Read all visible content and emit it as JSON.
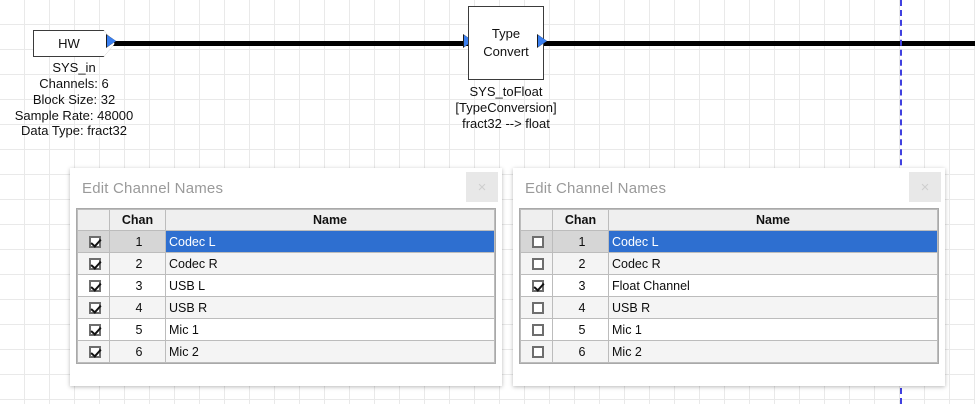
{
  "diagram": {
    "hw_block": {
      "label": "HW",
      "caption": "SYS_in\nChannels: 6\nBlock Size: 32\nSample Rate: 48000\nData Type: fract32"
    },
    "type_convert_block": {
      "line1": "Type",
      "line2": "Convert",
      "caption": "SYS_toFloat\n[TypeConversion]\nfract32 --> float"
    },
    "accent_color": "#3a7ff0",
    "wire_color": "#000000",
    "cursor_line_color": "#4040e0"
  },
  "dialogs": [
    {
      "id": "left",
      "title": "Edit Channel Names",
      "close_label": "×",
      "columns": [
        "",
        "Chan",
        "Name"
      ],
      "rows": [
        {
          "checked": true,
          "chan": "1",
          "name": "Codec L",
          "selected": true
        },
        {
          "checked": true,
          "chan": "2",
          "name": "Codec R",
          "selected": false
        },
        {
          "checked": true,
          "chan": "3",
          "name": "USB L",
          "selected": false
        },
        {
          "checked": true,
          "chan": "4",
          "name": "USB R",
          "selected": false
        },
        {
          "checked": true,
          "chan": "5",
          "name": "Mic 1",
          "selected": false
        },
        {
          "checked": true,
          "chan": "6",
          "name": "Mic 2",
          "selected": false
        }
      ]
    },
    {
      "id": "right",
      "title": "Edit Channel Names",
      "close_label": "×",
      "columns": [
        "",
        "Chan",
        "Name"
      ],
      "rows": [
        {
          "checked": false,
          "chan": "1",
          "name": "Codec L",
          "selected": true
        },
        {
          "checked": false,
          "chan": "2",
          "name": "Codec R",
          "selected": false
        },
        {
          "checked": true,
          "chan": "3",
          "name": "Float Channel",
          "selected": false
        },
        {
          "checked": false,
          "chan": "4",
          "name": "USB R",
          "selected": false
        },
        {
          "checked": false,
          "chan": "5",
          "name": "Mic 1",
          "selected": false
        },
        {
          "checked": false,
          "chan": "6",
          "name": "Mic 2",
          "selected": false
        }
      ]
    }
  ]
}
